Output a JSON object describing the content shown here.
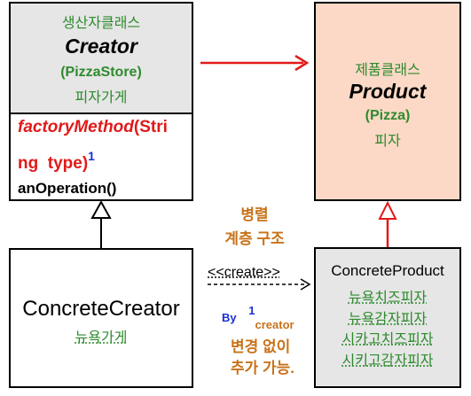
{
  "creator": {
    "korean": "생산자클래스",
    "name": "Creator",
    "example": "(PizzaStore)",
    "example_korean": "피자가게",
    "method_line1_name": "factoryMethod",
    "method_line1_rest": "(Stri",
    "method_line2": "ng  type)",
    "method_footnote": "1",
    "operation": "anOperation()"
  },
  "product": {
    "korean": "제품클래스",
    "name": "Product",
    "example": "(Pizza)",
    "example_korean": "피자"
  },
  "concrete_creator": {
    "name": "ConcreteCreator",
    "korean": "뉴욕가게"
  },
  "concrete_product": {
    "name": "ConcreteProduct",
    "items": [
      "뉴욕치즈피자",
      "뉴욕감자피자",
      "시카고치즈피자",
      "시키고감자피자"
    ]
  },
  "parallel_label": {
    "line1": "병렬",
    "line2": "계층 구조"
  },
  "create_label": "<<create>>",
  "note": {
    "by": "By",
    "number": "1",
    "creator": "creator",
    "line1": "변경 없이",
    "line2": "추가 가능."
  },
  "colors": {
    "box_gray": "#e6e6e6",
    "box_peach": "#fbd9c6",
    "arrow_red": "#e11a1a",
    "green_text": "#2e8b2e",
    "orange_text": "#c8731a"
  }
}
